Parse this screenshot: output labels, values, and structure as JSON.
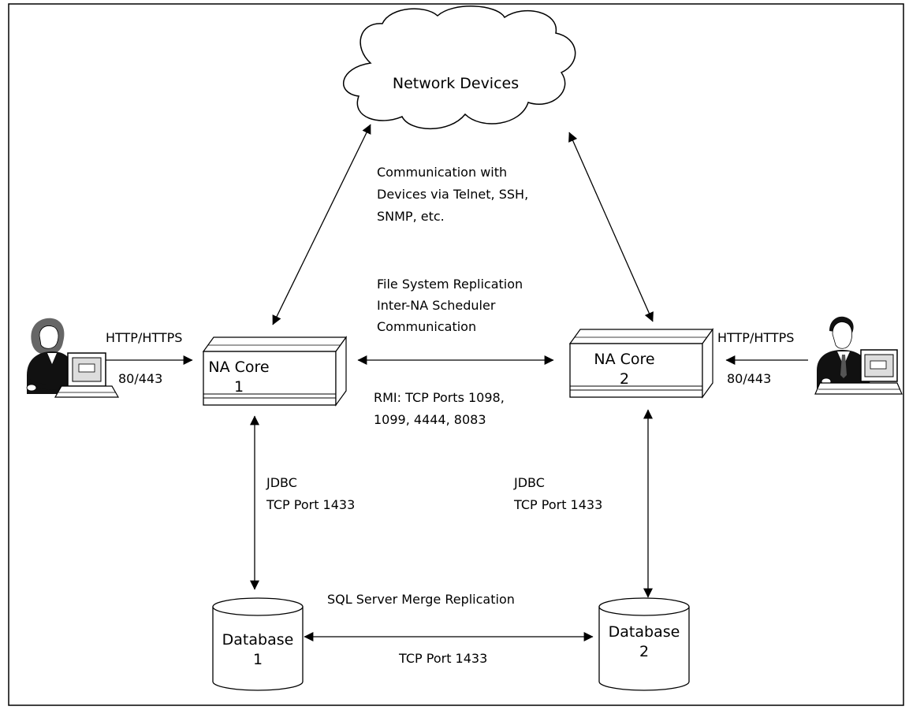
{
  "cloud": {
    "label": "Network Devices"
  },
  "device_comm": {
    "lines": [
      "Communication with",
      "Devices via Telnet, SSH,",
      "SNMP, etc."
    ]
  },
  "replication": {
    "lines": [
      "File System Replication",
      "Inter-NA Scheduler",
      "Communication"
    ]
  },
  "rmi": {
    "lines": [
      "RMI: TCP Ports 1098,",
      "1099, 4444, 8083"
    ]
  },
  "cores": [
    {
      "label": "NA Core",
      "number": "1"
    },
    {
      "label": "NA Core",
      "number": "2"
    }
  ],
  "web_left": {
    "protocol": "HTTP/HTTPS",
    "ports": "80/443"
  },
  "web_right": {
    "protocol": "HTTP/HTTPS",
    "ports": "80/443"
  },
  "jdbc_left": {
    "lines": [
      "JDBC",
      "TCP Port 1433"
    ]
  },
  "jdbc_right": {
    "lines": [
      "JDBC",
      "TCP Port 1433"
    ]
  },
  "databases": [
    {
      "label": "Database",
      "number": "1"
    },
    {
      "label": "Database",
      "number": "2"
    }
  ],
  "db_replication": {
    "title": "SQL Server Merge Replication",
    "port": "TCP Port 1433"
  },
  "users": [
    {
      "icon": "user-workstation-female-icon"
    },
    {
      "icon": "user-workstation-male-icon"
    }
  ]
}
